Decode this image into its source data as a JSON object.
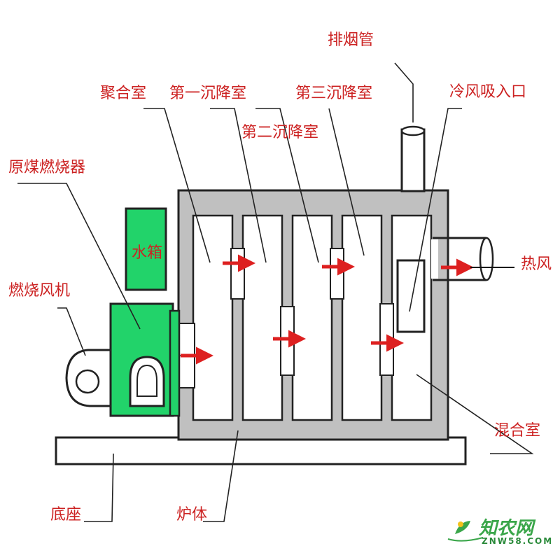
{
  "labels": {
    "exhaust_pipe": "排烟管",
    "polymer_chamber": "聚合室",
    "settling_chamber_1": "第一沉降室",
    "settling_chamber_3": "第三沉降室",
    "cold_air_inlet": "冷风吸入口",
    "settling_chamber_2": "第二沉降室",
    "coal_burner": "原煤燃烧器",
    "water_tank": "水箱",
    "combustion_fan": "燃烧风机",
    "hot_air": "热风",
    "mixing_chamber": "混合室",
    "base": "底座",
    "furnace_body": "炉体"
  },
  "watermark": {
    "name": "知农网",
    "url": "ZNW58.COM"
  },
  "colors": {
    "label_text": "#cc2222",
    "arrow": "#dd2020",
    "burner": "#22d36a",
    "furnace_wall": "#c0c0c0",
    "outline": "#222222",
    "watermark": "#3aa64a"
  }
}
